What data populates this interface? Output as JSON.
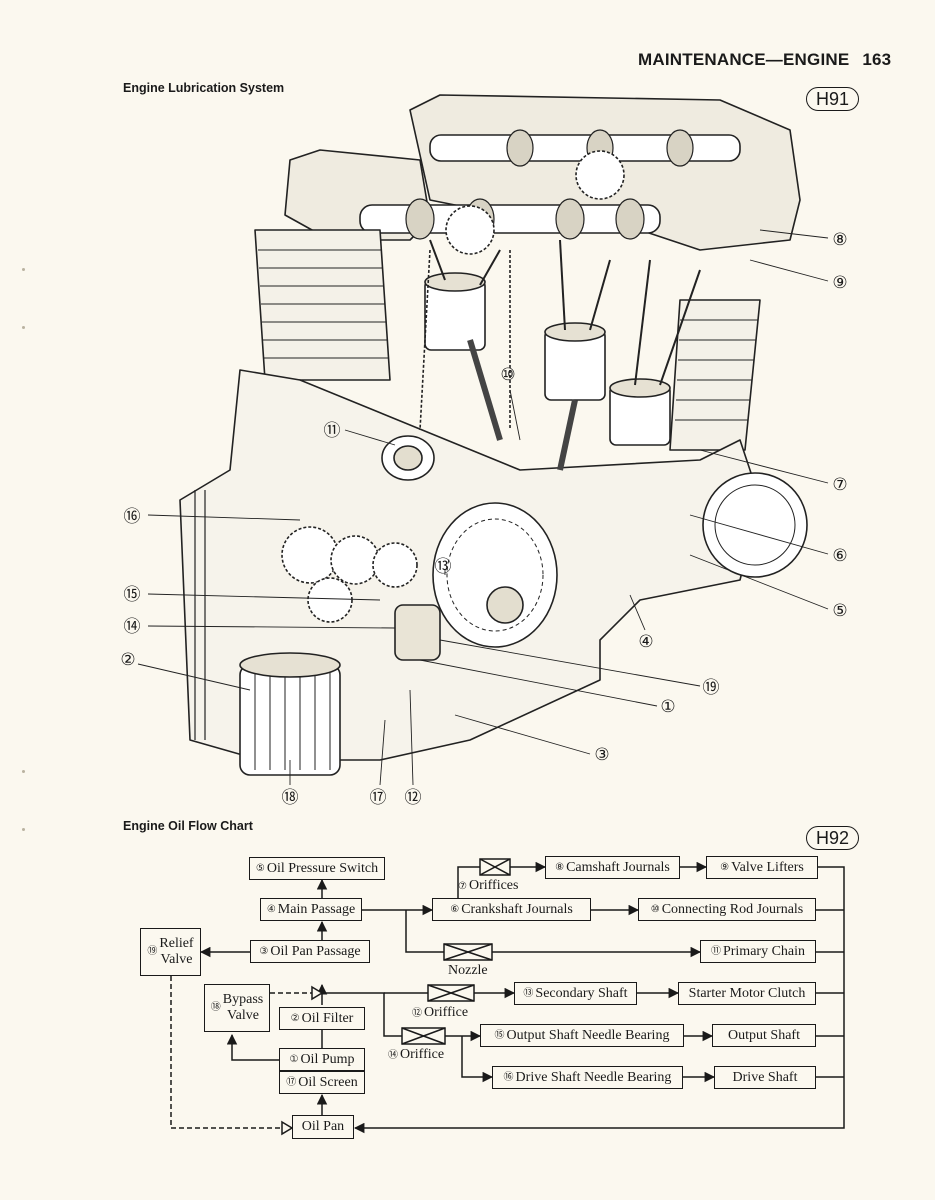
{
  "page": {
    "header": "MAINTENANCE—ENGINE",
    "page_number": "163",
    "section1_title": "Engine Lubrication System",
    "section1_ref": "H91",
    "section2_title": "Engine Oil Flow Chart",
    "section2_ref": "H92"
  },
  "callouts": [
    "①",
    "②",
    "③",
    "④",
    "⑤",
    "⑥",
    "⑦",
    "⑧",
    "⑨",
    "⑩",
    "⑪",
    "⑫",
    "⑬",
    "⑭",
    "⑮",
    "⑯",
    "⑰",
    "⑱",
    "⑲"
  ],
  "flow": {
    "oil_pressure_switch": {
      "num": "⑤",
      "label": "Oil Pressure Switch"
    },
    "main_passage": {
      "num": "④",
      "label": "Main Passage"
    },
    "oil_pan_passage": {
      "num": "③",
      "label": "Oil Pan Passage"
    },
    "relief_valve": {
      "num": "⑲",
      "line1": "Relief",
      "line2": "Valve"
    },
    "bypass_valve": {
      "num": "⑱",
      "line1": "Bypass",
      "line2": "Valve"
    },
    "oil_filter": {
      "num": "②",
      "label": "Oil Filter"
    },
    "oil_pump": {
      "num": "①",
      "label": "Oil Pump"
    },
    "oil_screen": {
      "num": "⑰",
      "label": "Oil Screen"
    },
    "oil_pan": {
      "label": "Oil Pan"
    },
    "camshaft_journals": {
      "num": "⑧",
      "label": "Camshaft Journals"
    },
    "valve_lifters": {
      "num": "⑨",
      "label": "Valve Lifters"
    },
    "crankshaft_journals": {
      "num": "⑥",
      "label": "Crankshaft Journals"
    },
    "connecting_rod_journals": {
      "num": "⑩",
      "label": "Connecting Rod Journals"
    },
    "primary_chain": {
      "num": "⑪",
      "label": "Primary Chain"
    },
    "secondary_shaft": {
      "num": "⑬",
      "label": "Secondary Shaft"
    },
    "starter_motor_clutch": {
      "label": "Starter Motor Clutch"
    },
    "output_shaft_needle_bearing": {
      "num": "⑮",
      "label": "Output Shaft Needle Bearing"
    },
    "output_shaft": {
      "label": "Output Shaft"
    },
    "drive_shaft_needle_bearing": {
      "num": "⑯",
      "label": "Drive Shaft Needle Bearing"
    },
    "drive_shaft": {
      "label": "Drive Shaft"
    },
    "orifices_7": {
      "num": "⑦",
      "label": "Oriffices"
    },
    "nozzle": {
      "label": "Nozzle"
    },
    "orifice_12": {
      "num": "⑫",
      "label": "Oriffice"
    },
    "orifice_14": {
      "num": "⑭",
      "label": "Oriffice"
    }
  }
}
